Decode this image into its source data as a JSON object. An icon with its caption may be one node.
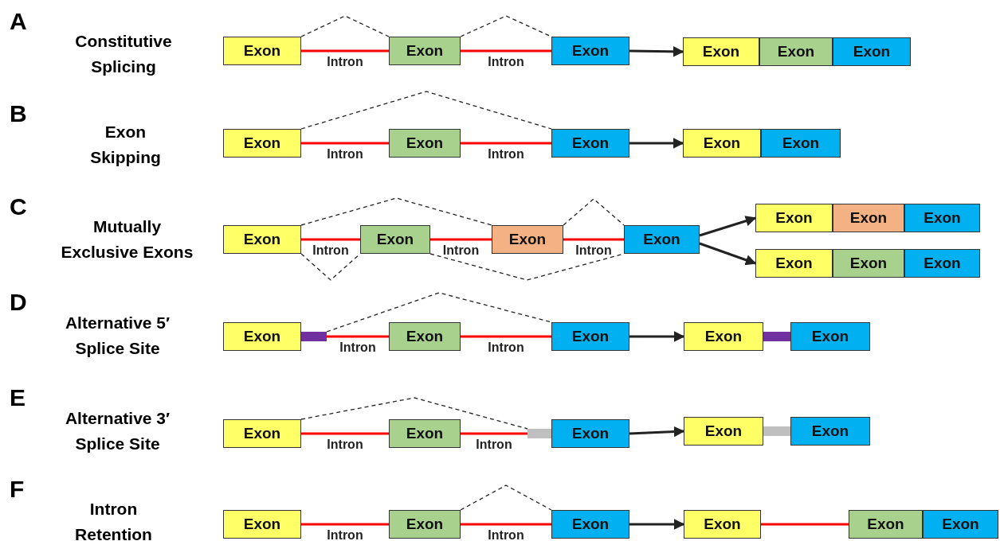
{
  "diagram": {
    "nodes": [
      {
        "text": [
          "Exon"
        ]
      },
      {
        "text": [
          "Exon"
        ]
      },
      {
        "text": [
          "Exon"
        ]
      },
      {
        "text": [
          "Exon"
        ]
      },
      {
        "text": [
          "Exon"
        ]
      },
      {
        "text": [
          "Exon"
        ]
      },
      {
        "text": [
          "Exon"
        ]
      },
      {
        "text": [
          "Exon"
        ]
      },
      {
        "text": [
          "Exon"
        ]
      },
      {
        "text": [
          "Exon"
        ]
      },
      {
        "text": [
          "Exon"
        ]
      },
      {
        "text": [
          "Exon"
        ]
      },
      {
        "text": [
          "Exon"
        ]
      },
      {
        "text": [
          "Exon"
        ]
      },
      {
        "text": [
          "Exon"
        ]
      },
      {
        "text": [
          "Exon"
        ]
      },
      {
        "text": [
          "Exon"
        ]
      },
      {
        "text": [
          "Exon"
        ]
      },
      {
        "text": [
          "Exon"
        ]
      },
      {
        "text": [
          "Exon"
        ]
      },
      {
        "text": [
          "Exon"
        ]
      },
      {
        "text": [
          "Exon"
        ]
      },
      {
        "text": [],
        "shape": "bar"
      },
      {
        "text": [
          "Exon"
        ]
      },
      {
        "text": [
          "Exon"
        ]
      },
      {
        "text": [
          "Exon"
        ]
      },
      {
        "text": [],
        "shape": "bar"
      },
      {
        "text": [
          "Exon"
        ]
      },
      {
        "text": [
          "Exon"
        ]
      },
      {
        "text": [
          "Exon"
        ]
      },
      {
        "text": [],
        "shape": "bar"
      },
      {
        "text": [
          "Exon"
        ]
      },
      {
        "text": [
          "Exon"
        ]
      },
      {
        "text": [],
        "shape": "bar"
      },
      {
        "text": [
          "Exon"
        ]
      },
      {
        "text": [
          "Exon"
        ]
      },
      {
        "text": [
          "Exon"
        ]
      },
      {
        "text": [
          "Exon"
        ]
      },
      {
        "text": [
          "Exon"
        ]
      },
      {
        "text": [
          "Exon"
        ]
      },
      {
        "text": [
          "Exon"
        ]
      }
    ],
    "edges": [
      {
        "from": 0,
        "to": 1,
        "arrow": "none",
        "label": "Intron",
        "color": "#ff0000"
      },
      {
        "from": 1,
        "to": 2,
        "arrow": "none",
        "label": "Intron",
        "color": "#ff0000"
      },
      {
        "from": 0,
        "to": 1,
        "arrow": "none",
        "style": "dashed"
      },
      {
        "from": 1,
        "to": 2,
        "arrow": "none",
        "style": "dashed"
      },
      {
        "from": 2,
        "to": 3,
        "arrow": "to"
      },
      {
        "from": 6,
        "to": 7,
        "arrow": "none",
        "label": "Intron",
        "color": "#ff0000"
      },
      {
        "from": 7,
        "to": 8,
        "arrow": "none",
        "label": "Intron",
        "color": "#ff0000"
      },
      {
        "from": 6,
        "to": 8,
        "arrow": "none",
        "style": "dashed"
      },
      {
        "from": 8,
        "to": 9,
        "arrow": "to"
      },
      {
        "from": 11,
        "to": 12,
        "arrow": "none",
        "label": "Intron",
        "color": "#ff0000"
      },
      {
        "from": 12,
        "to": 13,
        "arrow": "none",
        "label": "Intron",
        "color": "#ff0000"
      },
      {
        "from": 13,
        "to": 14,
        "arrow": "none",
        "label": "Intron",
        "color": "#ff0000"
      },
      {
        "from": 11,
        "to": 13,
        "arrow": "none",
        "style": "dashed"
      },
      {
        "from": 13,
        "to": 14,
        "arrow": "none",
        "style": "dashed"
      },
      {
        "from": 11,
        "to": 12,
        "arrow": "none",
        "style": "dashed"
      },
      {
        "from": 12,
        "to": 14,
        "arrow": "none",
        "style": "dashed"
      },
      {
        "from": 14,
        "to": 15,
        "arrow": "to"
      },
      {
        "from": 14,
        "to": 18,
        "arrow": "to"
      },
      {
        "from": 22,
        "to": 23,
        "arrow": "none",
        "label": "Intron",
        "color": "#ff0000"
      },
      {
        "from": 23,
        "to": 24,
        "arrow": "none",
        "label": "Intron",
        "color": "#ff0000"
      },
      {
        "from": 22,
        "to": 24,
        "arrow": "none",
        "style": "dashed"
      },
      {
        "from": 24,
        "to": 25,
        "arrow": "to"
      },
      {
        "from": 28,
        "to": 29,
        "arrow": "none",
        "label": "Intron",
        "color": "#ff0000"
      },
      {
        "from": 29,
        "to": 30,
        "arrow": "none",
        "label": "Intron",
        "color": "#ff0000"
      },
      {
        "from": 28,
        "to": 30,
        "arrow": "none",
        "style": "dashed"
      },
      {
        "from": 31,
        "to": 32,
        "arrow": "to"
      },
      {
        "from": 35,
        "to": 36,
        "arrow": "none",
        "label": "Intron",
        "color": "#ff0000"
      },
      {
        "from": 36,
        "to": 37,
        "arrow": "none",
        "label": "Intron",
        "color": "#ff0000"
      },
      {
        "from": 36,
        "to": 37,
        "arrow": "none",
        "style": "dashed"
      },
      {
        "from": 37,
        "to": 38,
        "arrow": "to"
      },
      {
        "from": 38,
        "to": 39,
        "arrow": "none",
        "color": "#ff0000"
      }
    ],
    "labels": [
      "A",
      "Constitutive Splicing",
      "B",
      "Exon Skipping",
      "C",
      "Mutually Exclusive Exons",
      "D",
      "Alternative 5′ Splice Site",
      "E",
      "Alternative 3′ Splice Site",
      "F",
      "Intron Retention"
    ]
  }
}
